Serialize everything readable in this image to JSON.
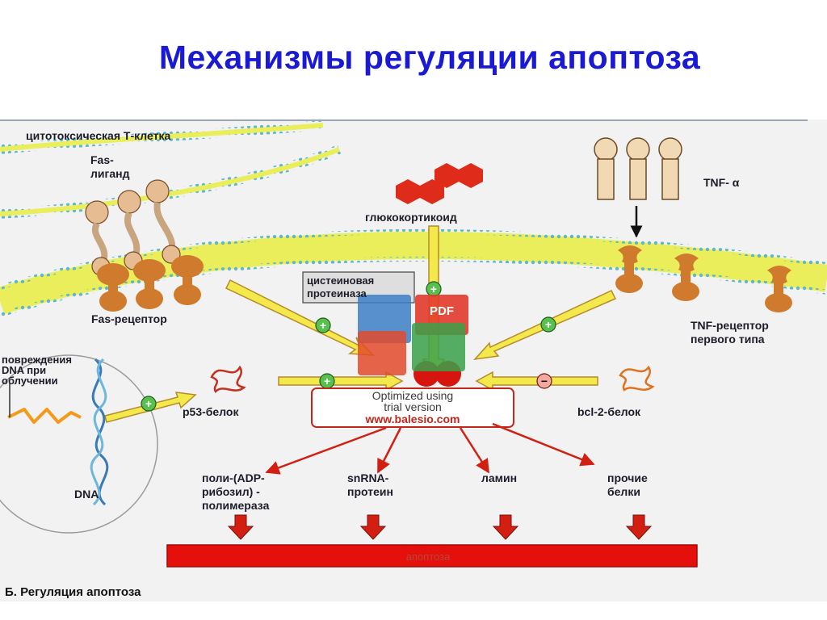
{
  "page": {
    "title": "Механизмы регуляции апоптоза"
  },
  "diagram": {
    "labels": {
      "t_cell": "цитотоксическая Т-клетка",
      "fas_ligand_1": "Fas-",
      "fas_ligand_2": "лиганд",
      "fas_receptor": "Fas-рецептор",
      "glucocorticoid": "глюкокортикоид",
      "cysteine_1": "цистеиновая",
      "cysteine_2": "протеиназа",
      "tnf_alpha": "TNF- α",
      "tnf_receptor_1": "TNF-рецептор",
      "tnf_receptor_2": "первого типа",
      "dna_damage_1": "повреждения",
      "dna_damage_2": "DNA при",
      "dna_damage_3": "облучении",
      "dna": "DNA",
      "p53": "p53-белок",
      "bcl2": "bcl-2-белок",
      "parp_1": "поли-(ADP-",
      "parp_2": "рибозил) -",
      "parp_3": "полимераза",
      "snrna_1": "snRNA-",
      "snrna_2": "протеин",
      "lamin": "ламин",
      "other_1": "прочие",
      "other_2": "белки",
      "apoptosis_bar": "апоптоза",
      "caption": "Б. Регуляция апоптоза"
    },
    "watermark": {
      "line1": "Optimized using",
      "line2": "trial version",
      "url": "www.balesio.com",
      "pdf_badge": "PDF"
    },
    "signs": {
      "plus": "+",
      "minus": "−"
    },
    "colors": {
      "membrane_fill": "#e9ee5a",
      "membrane_dot": "#5fb7c9",
      "arrow_yellow": "#f3e84c",
      "arrow_outline": "#b58b2a",
      "arrow_red": "#d21f12",
      "receptor": "#cf7a2c",
      "apoptosis_bar": "#e5100b",
      "title": "#1a1ad6"
    }
  }
}
